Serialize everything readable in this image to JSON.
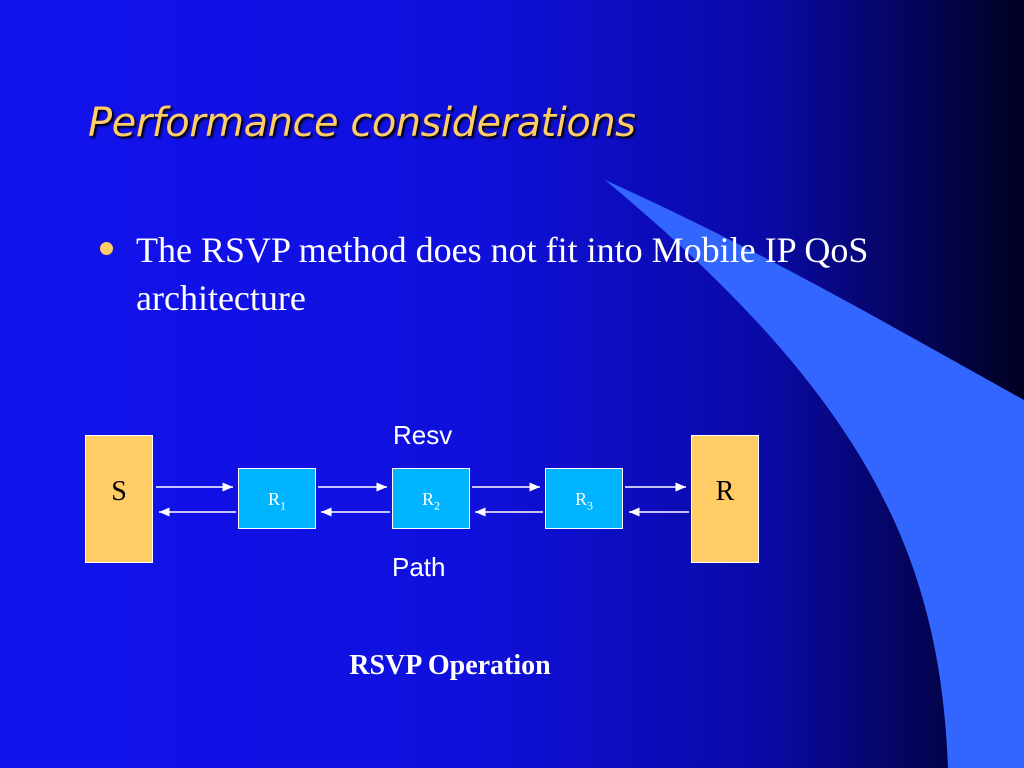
{
  "slide": {
    "title": "Performance considerations",
    "bullets": [
      "The RSVP method does not fit into Mobile IP QoS architecture"
    ]
  },
  "diagram": {
    "sender": "S",
    "receiver": "R",
    "routers": [
      {
        "base": "R",
        "sub": "1"
      },
      {
        "base": "R",
        "sub": "2"
      },
      {
        "base": "R",
        "sub": "3"
      }
    ],
    "upper_label": "Resv",
    "lower_label": "Path",
    "caption": "RSVP Operation"
  },
  "colors": {
    "title": "#ffcc66",
    "endpoint_box": "#ffcc66",
    "router_box": "#00b4ff",
    "swoosh": "#3366ff"
  }
}
